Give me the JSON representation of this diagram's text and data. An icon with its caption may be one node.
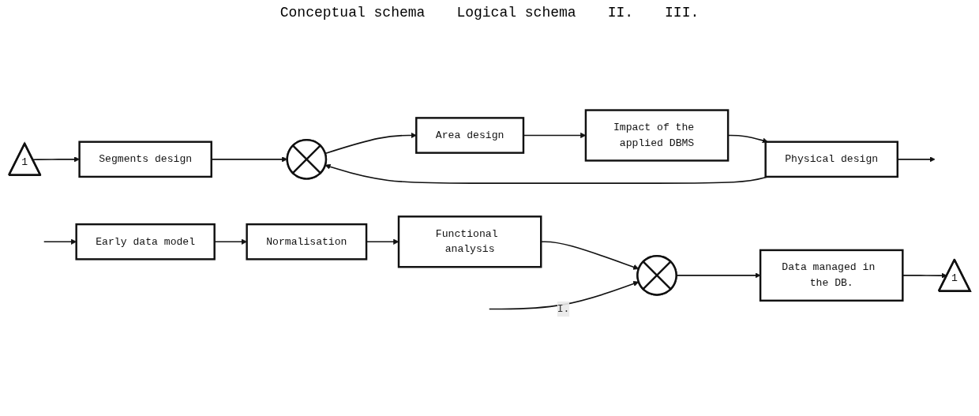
{
  "diagram": {
    "nodes": [
      {
        "text": [
          "Early data model"
        ]
      },
      {
        "text": [
          "Normalisation"
        ]
      },
      {
        "text": [
          "Functional analysis"
        ]
      },
      {
        "text": [],
        "shape": "circle"
      },
      {
        "text": [
          "Data managed in the DB."
        ]
      },
      {
        "text": [
          "1"
        ]
      },
      {
        "text": [
          "1"
        ]
      },
      {
        "text": [
          "Segments design"
        ]
      },
      {
        "text": [],
        "shape": "circle"
      },
      {
        "text": [
          "Area design"
        ]
      },
      {
        "text": [
          "Impact of the applied DBMS"
        ]
      },
      {
        "text": [
          "Physical design"
        ]
      }
    ],
    "edges": [
      {
        "from": null,
        "to": 0,
        "arrow": "to"
      },
      {
        "from": 0,
        "to": 1,
        "arrow": "to"
      },
      {
        "from": 1,
        "to": 2,
        "arrow": "to"
      },
      {
        "from": 2,
        "to": 3,
        "arrow": "to"
      },
      {
        "from": null,
        "to": 3,
        "arrow": "to",
        "label": "I."
      },
      {
        "from": 3,
        "to": 4,
        "arrow": "to"
      },
      {
        "from": 4,
        "to": 5,
        "arrow": "to"
      },
      {
        "from": 6,
        "to": 7,
        "arrow": "to"
      },
      {
        "from": 7,
        "to": 8,
        "arrow": "to"
      },
      {
        "from": 8,
        "to": 9,
        "arrow": "to"
      },
      {
        "from": 9,
        "to": 10,
        "arrow": "to"
      },
      {
        "from": 10,
        "to": 11,
        "arrow": "to"
      },
      {
        "from": 11,
        "to": null,
        "arrow": "to"
      },
      {
        "from": 11,
        "to": 8,
        "arrow": "to"
      }
    ],
    "labels": [
      "Conceptual schema",
      "Logical schema",
      "II.",
      "III."
    ]
  }
}
